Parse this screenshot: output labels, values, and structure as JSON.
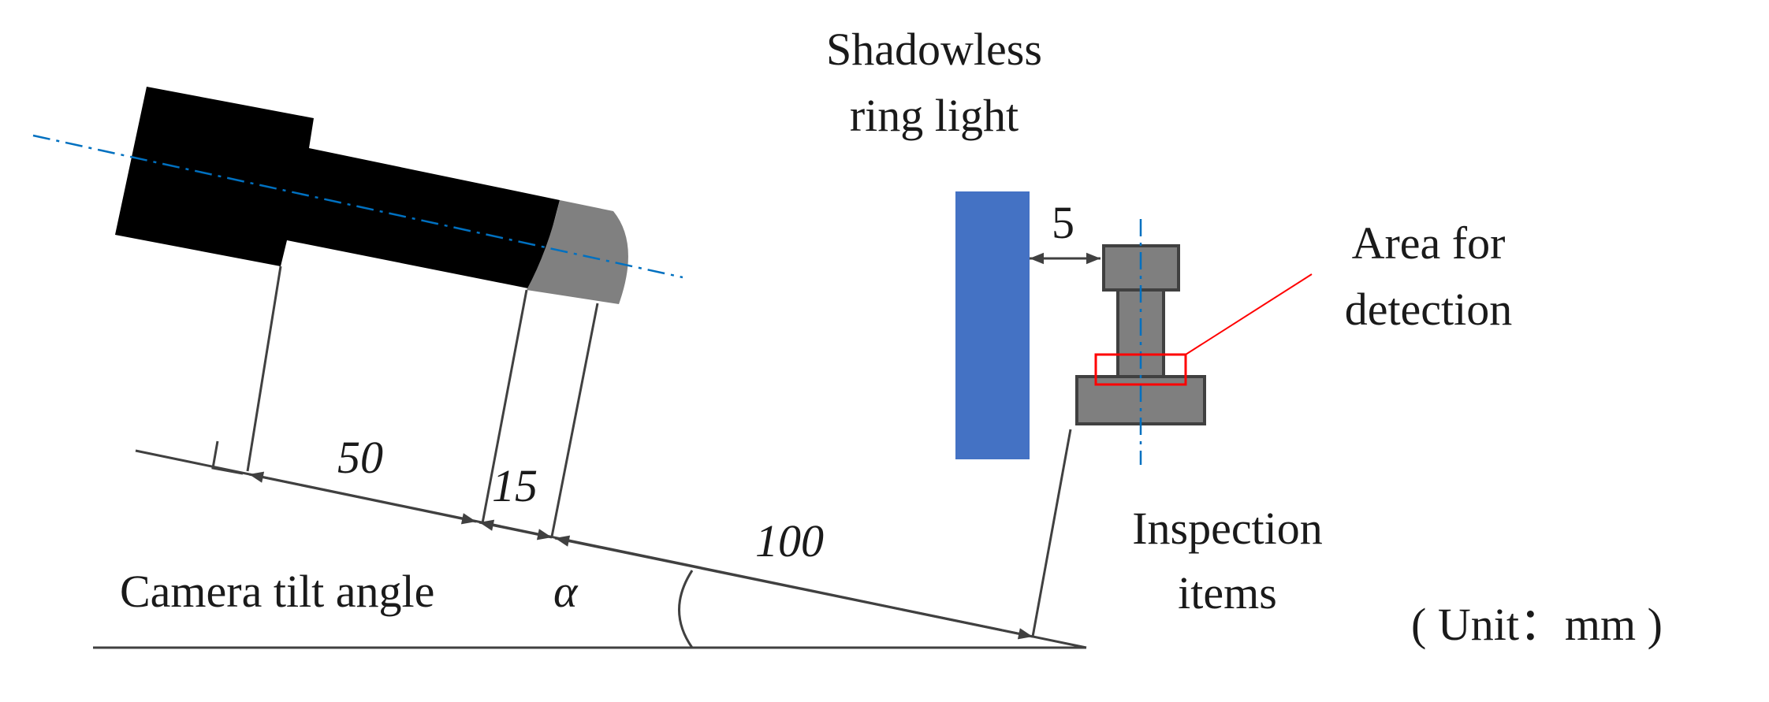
{
  "labels": {
    "ring_light": [
      "Shadowless",
      "ring light"
    ],
    "detection_area": [
      "Area for",
      "detection"
    ],
    "inspection_items": [
      "Inspection",
      "items"
    ],
    "tilt_angle": "Camera tilt angle",
    "alpha": "α",
    "unit": "( Unit：mm )"
  },
  "dimensions": {
    "d50": "50",
    "d15": "15",
    "d100": "100",
    "d5": "5"
  },
  "colors": {
    "camera_body": "#000000",
    "lens": "#808080",
    "ring_light": "#4472c4",
    "item": "#7f7f7f",
    "detection_box": "#ff0000",
    "axis": "#0070c0",
    "line": "#404040"
  }
}
